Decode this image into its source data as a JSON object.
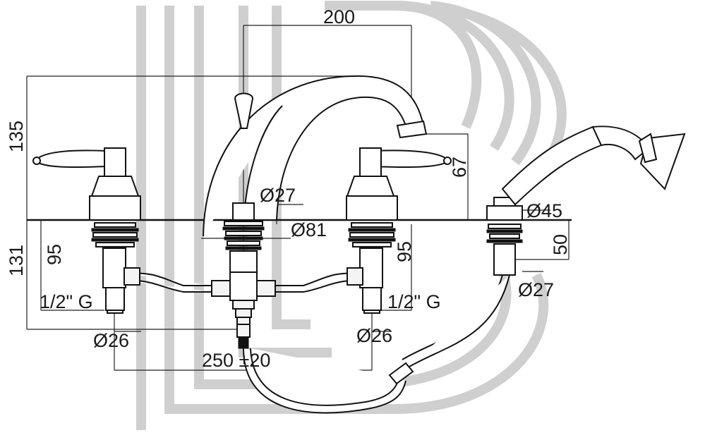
{
  "drawing": {
    "dimensions": {
      "spout_reach": "200",
      "overall_height": "135",
      "spout_outlet_height": "67",
      "spout_base_diameter": "Ø27",
      "escutcheon_diameter": "Ø81",
      "below_deck_length": "131",
      "left_shank_length": "95",
      "right_shank_length": "95",
      "left_thread": "1/2\" G",
      "right_thread": "1/2\" G",
      "left_inlet_diameter": "Ø26",
      "right_inlet_diameter": "Ø26",
      "valve_centres": "250 ±20",
      "handshower_base_diameter": "Ø45",
      "handshower_shank_length": "50",
      "handshower_shank_diameter": "Ø27"
    },
    "colors": {
      "line": "#111111",
      "background_mark": "#cfcfcf"
    }
  }
}
